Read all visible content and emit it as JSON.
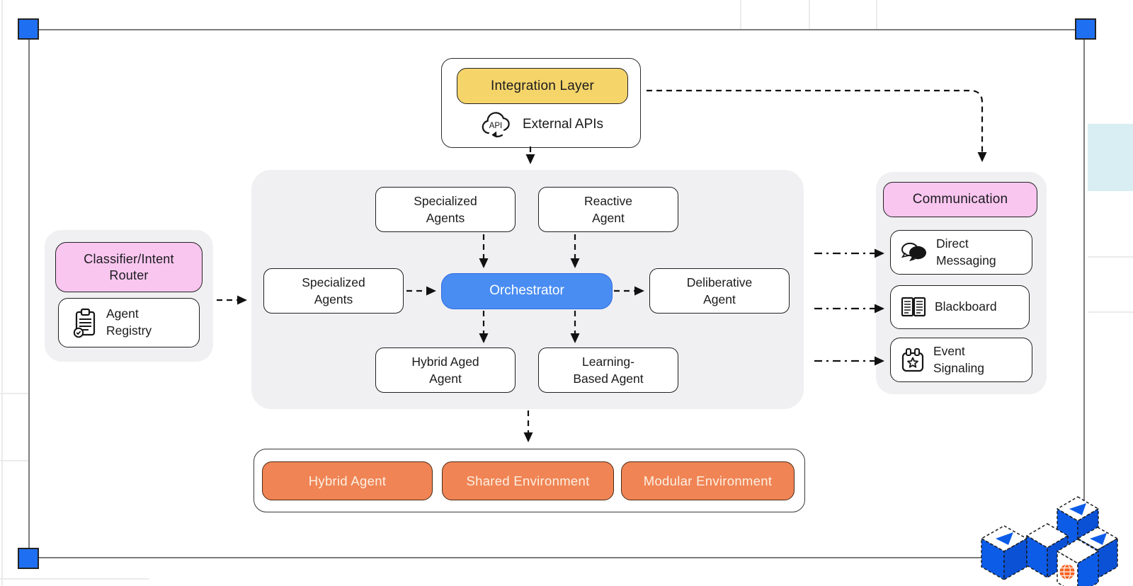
{
  "integration": {
    "title": "Integration Layer",
    "api_label": "External APIs",
    "api_icon_text": "API"
  },
  "router_panel": {
    "title": "Classifier/Intent Router",
    "registry": "Agent Registry"
  },
  "core": {
    "top_left": "Specialized Agents",
    "top_right": "Reactive Agent",
    "mid_left": "Specialized Agents",
    "orchestrator": "Orchestrator",
    "mid_right": "Deliberative Agent",
    "bottom_left": "Hybrid Aged Agent",
    "bottom_right": "Learning-Based Agent"
  },
  "communication": {
    "title": "Communication",
    "items": [
      {
        "label": "Direct Messaging",
        "icon": "chat-bubbles-icon"
      },
      {
        "label": "Blackboard",
        "icon": "open-book-icon"
      },
      {
        "label": "Event Signaling",
        "icon": "calendar-star-icon"
      }
    ]
  },
  "environments": {
    "items": [
      {
        "label": "Hybrid Agent"
      },
      {
        "label": "Shared Environment"
      },
      {
        "label": "Modular Environment"
      }
    ]
  },
  "colors": {
    "yellow": "#f5d46a",
    "pink": "#f9c6f0",
    "orchestrator_blue": "#4a8df2",
    "orange": "#f08455",
    "container_gray": "#f0f0f2",
    "selection_blue": "#1f6ff2",
    "cyan_block": "#d9eef2",
    "cube_blue": "#0d5ce8",
    "globe_orange": "#f4601f"
  }
}
